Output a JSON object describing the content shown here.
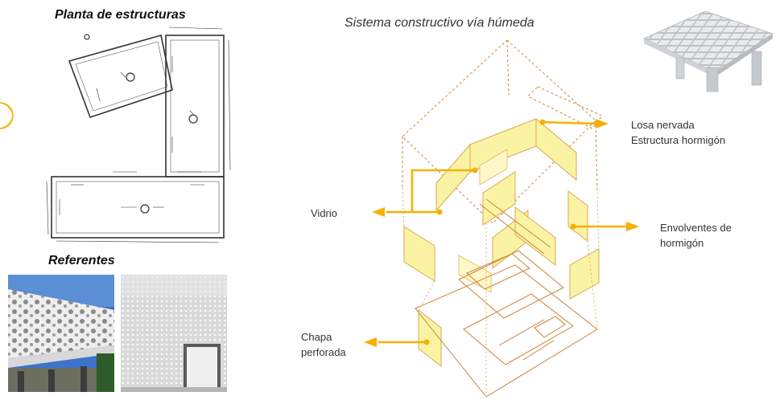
{
  "left": {
    "plan_title": "Planta de estructuras",
    "references_title": "Referentes"
  },
  "center": {
    "title": "Sistema constructivo vía húmeda"
  },
  "labels": {
    "losa_line1": "Losa nervada",
    "losa_line2": "Estructura hormigón",
    "vidrio": "Vidrio",
    "envolventes_line1": "Envolventes de",
    "envolventes_line2": "hormigón",
    "chapa_line1": "Chapa",
    "chapa_line2": "perforada"
  },
  "colors": {
    "accent_orange": "#f5b000",
    "line_brown": "#c9833a",
    "glass_yellow": "#fbf3a0",
    "sky_blue": "#3d74c9",
    "concrete_grey": "#c9c9c9"
  }
}
